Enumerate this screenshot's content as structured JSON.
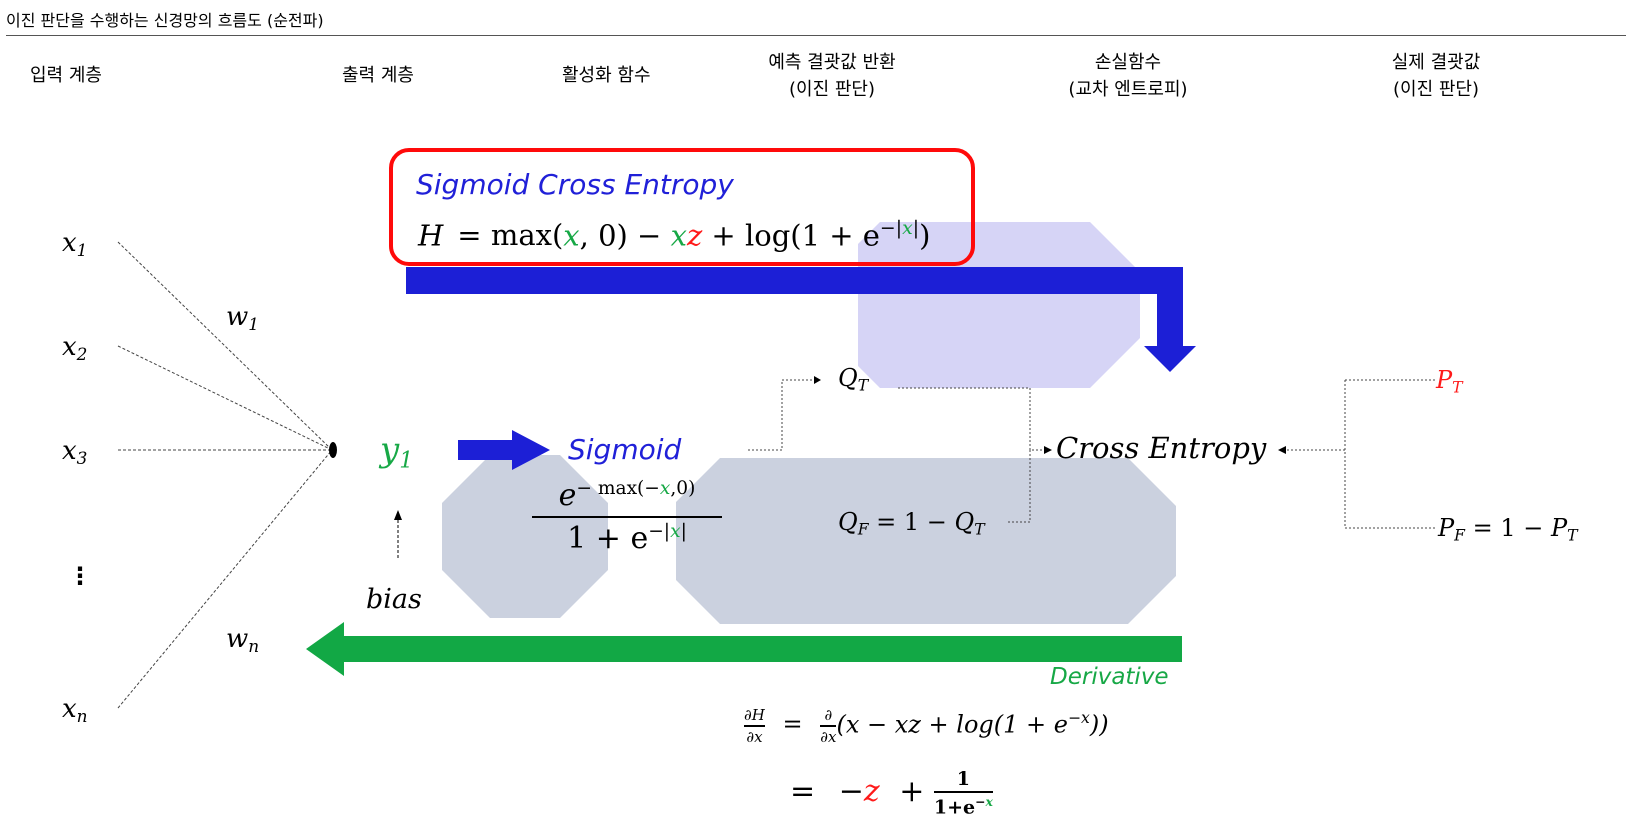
{
  "title": "이진 판단을 수행하는 신경망의 흐름도 (순전파)",
  "column_headers": {
    "input_layer": "입력 계층",
    "output_layer": "출력 계층",
    "activation": "활성화 함수",
    "prediction_line1": "예측 결괏값 반환",
    "prediction_line2": "(이진 판단)",
    "loss_line1": "손실함수",
    "loss_line2": "(교차 엔트로피)",
    "actual_line1": "실제 결괏값",
    "actual_line2": "(이진 판단)"
  },
  "inputs": {
    "x1": "x",
    "x1_sub": "1",
    "x2": "x",
    "x2_sub": "2",
    "x3": "x",
    "x3_sub": "3",
    "dots": "⋮",
    "xn": "x",
    "xn_sub": "n"
  },
  "weights": {
    "w1": "w",
    "w1_sub": "1",
    "wn": "w",
    "wn_sub": "n"
  },
  "output_node": {
    "y": "y",
    "y_sub": "1",
    "bias": "bias"
  },
  "sigmoid_box": {
    "title": "Sigmoid Cross Entropy",
    "H": "H",
    "eq": "= max(",
    "x": "x",
    "comma0": ", 0) − ",
    "xz_x": "x",
    "xz_z": "z",
    "plus_log": " + log(1 + e",
    "exp_minus": "−|",
    "exp_x": "x",
    "exp_close": "|",
    "close": ")"
  },
  "activation": {
    "label": "Sigmoid",
    "num_e": "e",
    "num_exp_a": "− max(−",
    "num_exp_x": "x",
    "num_exp_b": ",0)",
    "den_a": "1 + e",
    "den_exp_a": "−|",
    "den_exp_x": "x",
    "den_exp_b": "|"
  },
  "prediction": {
    "qt": "Q",
    "qt_sub": "T",
    "qf_a": "Q",
    "qf_a_sub": "F",
    "qf_eq": " = 1 − ",
    "qf_b": "Q",
    "qf_b_sub": "T"
  },
  "loss": {
    "label": "Cross Entropy"
  },
  "actual": {
    "pt": "P",
    "pt_sub": "T",
    "pf_a": "P",
    "pf_a_sub": "F",
    "pf_eq": " = 1 − ",
    "pf_b": "P",
    "pf_b_sub": "T"
  },
  "derivative": {
    "label": "Derivative",
    "lhs_num": "∂H",
    "lhs_den": "∂x",
    "eq1": "=",
    "d_num": "∂",
    "d_den": "∂x",
    "expr": "(x − xz + log(1 + e",
    "expr_exp": "−x",
    "expr_close": "))",
    "eq2": "=",
    "minus": "−",
    "z": "z",
    "plus": "+",
    "frac_num": "1",
    "frac_den_a": "1+e",
    "frac_den_exp_a": "−",
    "frac_den_exp_x": "x"
  },
  "colors": {
    "blue": "#2020d8",
    "green": "#17a846",
    "red": "#ff1a1a",
    "highlight_purple": "#d6d4f6",
    "highlight_gray": "#cbd1df"
  }
}
